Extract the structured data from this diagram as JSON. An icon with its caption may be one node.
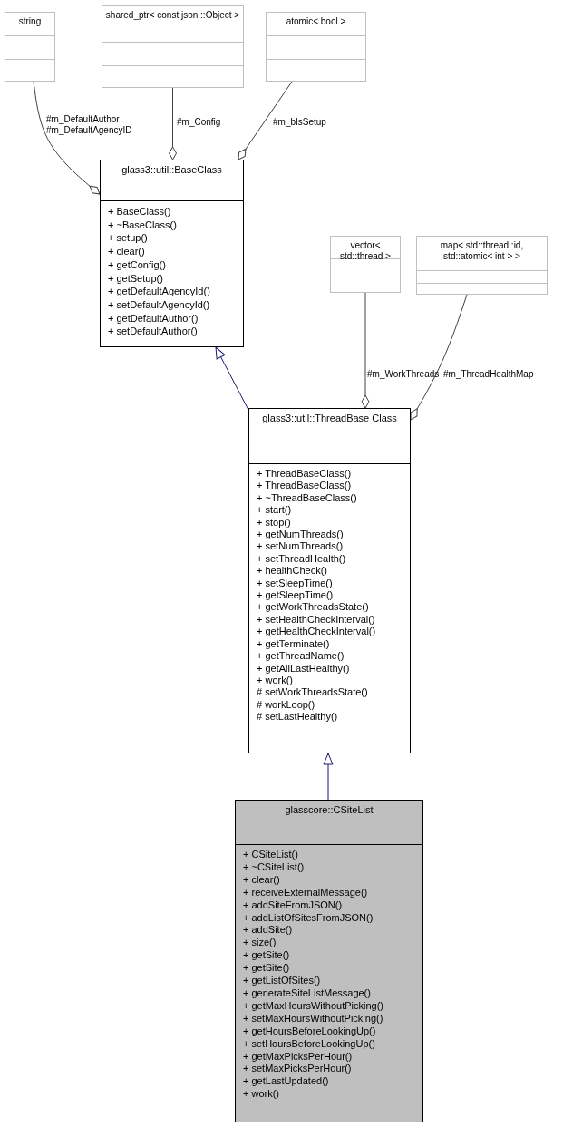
{
  "diagram": {
    "nodes": [
      {
        "text": [
          "string"
        ]
      },
      {
        "text": [
          "shared_ptr< const json ::Object >"
        ]
      },
      {
        "text": [
          "atomic< bool >"
        ]
      },
      {
        "text": [
          "glass3::util::BaseClass",
          "+ BaseClass()",
          "+ ~BaseClass()",
          "+ setup()",
          "+ clear()",
          "+ getConfig()",
          "+ getSetup()",
          "+ getDefaultAgencyId()",
          "+ setDefaultAgencyId()",
          "+ getDefaultAuthor()",
          "+ setDefaultAuthor()"
        ]
      },
      {
        "text": [
          "vector< std::thread >"
        ]
      },
      {
        "text": [
          "map< std::thread::id, std::atomic< int > >"
        ]
      },
      {
        "text": [
          "glass3::util::ThreadBase Class",
          "+ ThreadBaseClass()",
          "+ ThreadBaseClass()",
          "+ ~ThreadBaseClass()",
          "+ start()",
          "+ stop()",
          "+ getNumThreads()",
          "+ setNumThreads()",
          "+ setThreadHealth()",
          "+ healthCheck()",
          "+ setSleepTime()",
          "+ getSleepTime()",
          "+ getWorkThreadsState()",
          "+ setHealthCheckInterval()",
          "+ getHealthCheckInterval()",
          "+ getTerminate()",
          "+ getThreadName()",
          "+ getAllLastHealthy()",
          "+ work()",
          "# setWorkThreadsState()",
          "# workLoop()",
          "# setLastHealthy()"
        ]
      },
      {
        "text": [
          "glasscore::CSiteList",
          "+ CSiteList()",
          "+ ~CSiteList()",
          "+ clear()",
          "+ receiveExternalMessage()",
          "+ addSiteFromJSON()",
          "+ addListOfSitesFromJSON()",
          "+ addSite()",
          "+ size()",
          "+ getSite()",
          "+ getSite()",
          "+ getListOfSites()",
          "+ generateSiteListMessage()",
          "+ getMaxHoursWithoutPicking()",
          "+ setMaxHoursWithoutPicking()",
          "+ getHoursBeforeLookingUp()",
          "+ setHoursBeforeLookingUp()",
          "+ getMaxPicksPerHour()",
          "+ setMaxPicksPerHour()",
          "+ getLastUpdated()",
          "+ work()"
        ]
      }
    ],
    "edges": [
      {
        "from": 0,
        "to": 3,
        "arrow": "other",
        "label": "#m_DefaultAuthor #m_DefaultAgencyID"
      },
      {
        "from": 1,
        "to": 3,
        "arrow": "other",
        "label": "#m_Config"
      },
      {
        "from": 2,
        "to": 3,
        "arrow": "other",
        "label": "#m_bIsSetup"
      },
      {
        "from": 6,
        "to": 3,
        "arrow": "to",
        "color": "#191970"
      },
      {
        "from": 4,
        "to": 6,
        "arrow": "other",
        "label": "#m_WorkThreads"
      },
      {
        "from": 5,
        "to": 6,
        "arrow": "other",
        "label": "#m_ThreadHealthMap"
      },
      {
        "from": 7,
        "to": 6,
        "arrow": "to",
        "color": "#191970"
      }
    ]
  }
}
